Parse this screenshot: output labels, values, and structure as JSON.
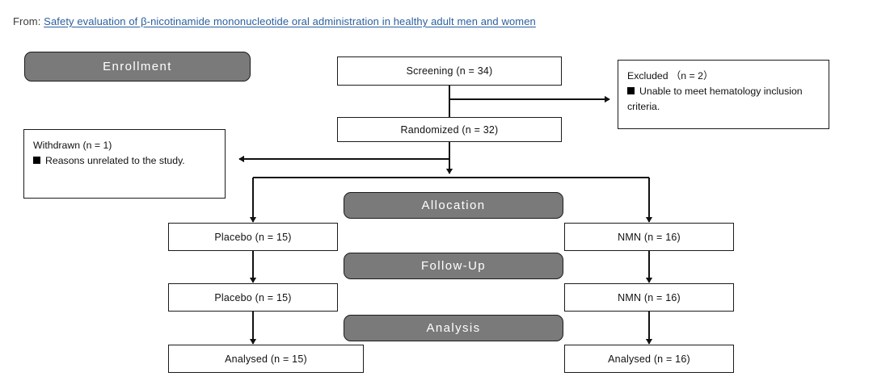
{
  "source": {
    "prefix": "From:",
    "link_text": "Safety evaluation of β-nicotinamide mononucleotide oral administration in healthy adult men and women"
  },
  "diagram": {
    "type": "consort-flow-diagram",
    "colors": {
      "banner_fill": "#7a7a7a",
      "banner_text": "#ffffff",
      "box_stroke": "#1b1b1b",
      "box_fill": "#ffffff",
      "link": "#2b5f9e"
    },
    "banners": [
      {
        "id": "enrollment",
        "label": "Enrollment"
      },
      {
        "id": "allocation",
        "label": "Allocation"
      },
      {
        "id": "followup",
        "label": "Follow-Up"
      },
      {
        "id": "analysis",
        "label": "Analysis"
      }
    ],
    "nodes": [
      {
        "id": "screening",
        "label": "Screening (n = 34)"
      },
      {
        "id": "randomized",
        "label": "Randomized (n = 32)"
      },
      {
        "id": "alloc-placebo",
        "label": "Placebo (n = 15)"
      },
      {
        "id": "alloc-nmn",
        "label": "NMN (n = 16)"
      },
      {
        "id": "follow-placebo",
        "label": "Placebo (n = 15)"
      },
      {
        "id": "follow-nmn",
        "label": "NMN (n = 16)"
      },
      {
        "id": "analysed-placebo",
        "label": "Analysed (n = 15)"
      },
      {
        "id": "analysed-nmn",
        "label": "Analysed (n = 16)"
      }
    ],
    "notes": [
      {
        "id": "excluded",
        "title": "Excluded （n = 2）",
        "body": "Unable to meet hematology inclusion criteria."
      },
      {
        "id": "withdrawn",
        "title": "Withdrawn (n = 1)",
        "body": "Reasons unrelated to the study."
      }
    ]
  }
}
